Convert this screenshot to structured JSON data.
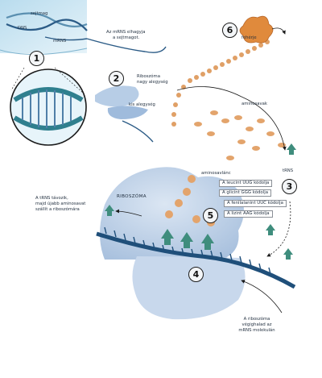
{
  "diagram": {
    "steps": [
      "1",
      "2",
      "3",
      "4",
      "5",
      "6"
    ],
    "labels": {
      "sejtmag": "sejtmag",
      "dns": "DNS",
      "mrns": "mRNS",
      "mrns_leaves_1": "Az mRNS elhagyja",
      "mrns_leaves_2": "a sejtmagot.",
      "ribosome_large_1": "Riboszóma",
      "ribosome_large_2": "nagy alegység",
      "ribosome_small": "kis alegység",
      "amino_acids": "aminosavak",
      "trns": "tRNS",
      "amino_chain": "aminosavlánc",
      "ribosome": "RIBOSZÓMA",
      "protein": "fehérje",
      "trna_leaves_1": "A tRNS távozik,",
      "trna_leaves_2": "majd újabb aminosavat",
      "trna_leaves_3": "szállít a riboszómára",
      "ribosome_end_1": "A riboszóma",
      "ribosome_end_2": "végighalad az",
      "ribosome_end_3": "mRNS molekulán"
    },
    "codons": [
      "A leucint UUG kódolja",
      "A glicint GGG kódolja",
      "A fenilalanint UUC kódolja",
      "A lizint AAG kódolja"
    ]
  },
  "colors": {
    "nucleus": "#cfe6f2",
    "ribosome": "#c6d7ea",
    "rna_strand": "#2b5b86",
    "amino_acid": "#e3a46c",
    "trna": "#3f8d7d",
    "protein": "#e08a3c"
  }
}
